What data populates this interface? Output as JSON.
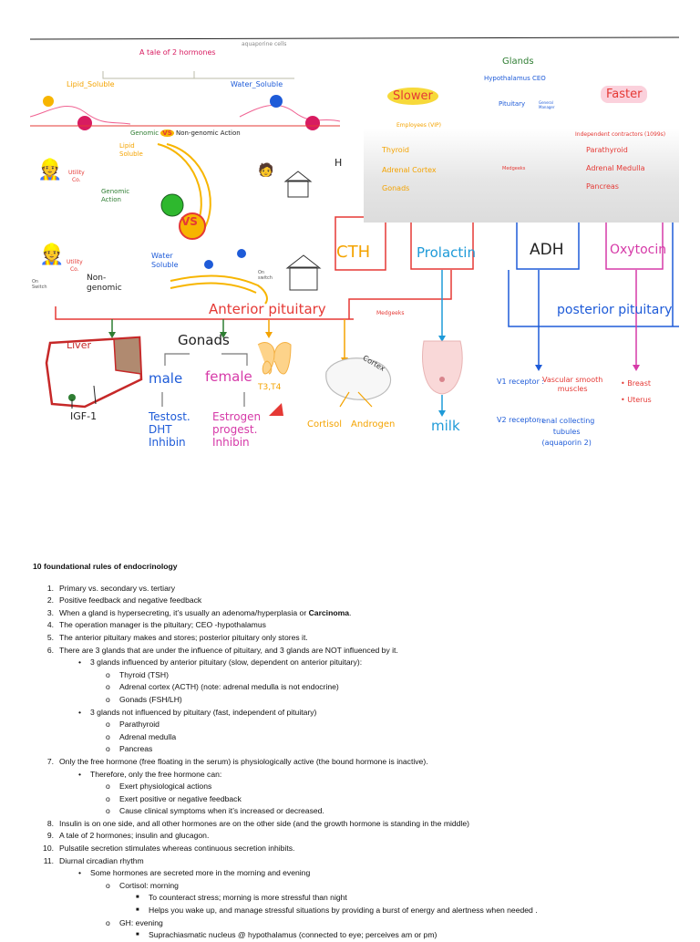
{
  "figure": {
    "top_caption": "aquaporine cells",
    "tale_title": "A tale of 2 hormones",
    "lipid_soluble": "Lipid_Soluble",
    "water_soluble": "Water_Soluble",
    "genomic_title_a": "Genomic",
    "genomic_title_vs": "VS",
    "genomic_title_b": "Non-genomic Action",
    "lipid_soluble2": "Lipid\nSoluble",
    "utility_co": "Utility\nCo.",
    "genomic_action": "Genomic\nAction",
    "vs_big": "VS",
    "water_soluble2": "Water\nSoluble",
    "utility_co2": "Utility\nCo.",
    "on_switch": "On\nSwitch",
    "on_switch2": "On\nswitch",
    "non_genomic": "Non-\ngenomic",
    "glands": "Glands",
    "hypothalamus_ceo": "Hypothalamus   CEO",
    "pituitary": "Pituitary",
    "general_manager": "General\nManager",
    "slower": "Slower",
    "faster": "Faster",
    "employees": "Employees (VIP)",
    "independent_contractors": "Independent contractors (1099s)",
    "thyroid": "Thyroid",
    "adrenal_cortex": "Adrenal Cortex",
    "gonads_gland": "Gonads",
    "parathyroid": "Parathyroid",
    "adrenal_medulla": "Adrenal Medulla",
    "pancreas": "Pancreas",
    "medgeeks": "Medgeeks",
    "h_fragment": "H",
    "cth": "CTH",
    "prolactin": "Prolactin",
    "adh": "ADH",
    "oxytocin": "Oxytocin",
    "anterior_pituitary": "Anterior pituitary",
    "posterior_pituitary": "posterior pituitary",
    "liver": "Liver",
    "gonads": "Gonads",
    "male": "male",
    "female": "female",
    "igf1": "IGF-1",
    "testost": "Testost.\nDHT\nInhibin",
    "estrogen": "Estrogen\nprogest.\nInhibin",
    "t3t4": "T3,T4",
    "cortex": "Cortex",
    "cortisol": "Cortisol",
    "androgen": "Androgen",
    "milk": "milk",
    "v1_receptor": "V1 receptor :",
    "vascular": "Vascular smooth\nmuscles",
    "v2_receptor": "V2 receptor :",
    "renal": "renal collecting\ntubules\n(aquaporin 2)",
    "breast": "• Breast",
    "uterus": "• Uterus",
    "medgeeks_small": "Medgeeks"
  },
  "notes": {
    "heading": "10 foundational rules of endocrinology",
    "rows": [
      {
        "level": 1,
        "marker": "1.",
        "text": "Primary vs. secondary vs. tertiary"
      },
      {
        "level": 1,
        "marker": "2.",
        "text": "Positive feedback and negative feedback"
      },
      {
        "level": 1,
        "marker": "3.",
        "text": "When a gland is hypersecreting, it’s usually an adenoma/hyperplasia or ",
        "bold": "Carcinoma",
        "after": "."
      },
      {
        "level": 1,
        "marker": "4.",
        "text": "The operation manager is the pituitary; CEO -hypothalamus"
      },
      {
        "level": 1,
        "marker": "5.",
        "text": "The anterior pituitary makes and stores; posterior pituitary only stores it."
      },
      {
        "level": 1,
        "marker": "6.",
        "text": "There are 3 glands that are under the influence of pituitary, and 3 glands are NOT influenced by it."
      },
      {
        "level": 2,
        "marker": "•",
        "text": "3 glands influenced by anterior pituitary (slow, dependent on anterior pituitary):"
      },
      {
        "level": 3,
        "marker": "o",
        "text": "Thyroid (TSH)"
      },
      {
        "level": 3,
        "marker": "o",
        "text": "Adrenal cortex (ACTH) (note: adrenal medulla is not endocrine)"
      },
      {
        "level": 3,
        "marker": "o",
        "text": "Gonads (FSH/LH)"
      },
      {
        "level": 2,
        "marker": "•",
        "text": "3 glands not influenced by pituitary (fast, independent of pituitary)"
      },
      {
        "level": 3,
        "marker": "o",
        "text": "Parathyroid"
      },
      {
        "level": 3,
        "marker": "o",
        "text": "Adrenal medulla"
      },
      {
        "level": 3,
        "marker": "o",
        "text": "Pancreas"
      },
      {
        "level": 1,
        "marker": "7.",
        "text": "Only the free hormone (free floating in the serum) is physiologically active (the bound hormone is inactive)."
      },
      {
        "level": 2,
        "marker": "•",
        "text": "Therefore, only the free hormone can:"
      },
      {
        "level": 3,
        "marker": "o",
        "text": "Exert physiological actions"
      },
      {
        "level": 3,
        "marker": "o",
        "text": "Exert positive or negative feedback"
      },
      {
        "level": 3,
        "marker": "o",
        "text": "Cause clinical symptoms when it’s increased or decreased."
      },
      {
        "level": 1,
        "marker": "8.",
        "text": "Insulin is on one side, and all other hormones are on the other side (and the growth hormone is standing in the middle)"
      },
      {
        "level": 1,
        "marker": "9.",
        "text": "A tale of 2 hormones; insulin and glucagon."
      },
      {
        "level": 1,
        "marker": "10.",
        "text": "Pulsatile secretion stimulates whereas continuous secretion inhibits."
      },
      {
        "level": 1,
        "marker": "11.",
        "text": "Diurnal circadian rhythm"
      },
      {
        "level": 2,
        "marker": "•",
        "text": "Some hormones are secreted more in the morning and evening"
      },
      {
        "level": 3,
        "marker": "o",
        "text": "Cortisol: morning"
      },
      {
        "level": 4,
        "marker": "■",
        "text": "To counteract stress; morning is more stressful than night"
      },
      {
        "level": 4,
        "marker": "■",
        "text": "Helps you wake up, and manage stressful situations by providing a burst of energy and alertness when needed ."
      },
      {
        "level": 3,
        "marker": "o",
        "text": "GH: evening"
      },
      {
        "level": 4,
        "marker": "■",
        "text": "Suprachiasmatic nucleus @ hypothalamus (connected to eye; perceives am or pm)"
      }
    ]
  }
}
